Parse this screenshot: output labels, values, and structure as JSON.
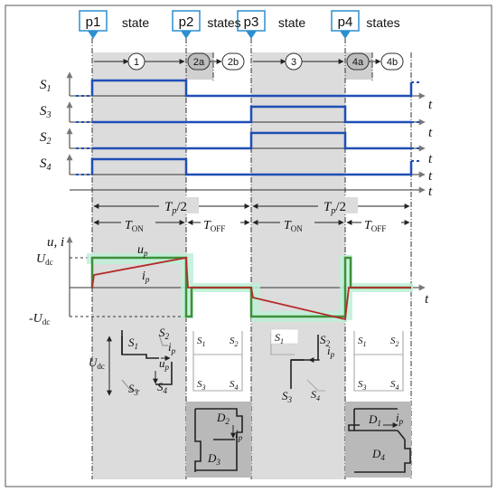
{
  "phases": {
    "markers": [
      "p1",
      "p2",
      "p3",
      "p4"
    ],
    "headers": [
      "state",
      "states",
      "state",
      "states"
    ],
    "state_labels": [
      "1",
      "2a",
      "2b",
      "3",
      "4a",
      "4b"
    ]
  },
  "signals": {
    "names": [
      "S",
      "S",
      "S",
      "S"
    ],
    "subscripts": [
      "1",
      "3",
      "2",
      "4"
    ],
    "time_axis": "t"
  },
  "timing": {
    "period_half": "T",
    "period_half_sub": "p",
    "period_half_suffix": "/2",
    "ton": "T",
    "ton_sub": "ON",
    "toff": "T",
    "toff_sub": "OFF"
  },
  "waveform": {
    "y_axis": "u, i",
    "udc_pos": "U",
    "udc_pos_sub": "dc",
    "udc_neg": "-U",
    "udc_neg_sub": "dc",
    "up": "u",
    "up_sub": "p",
    "ip": "i",
    "ip_sub": "p",
    "time_axis": "t"
  },
  "circuits": {
    "c1": {
      "s1": "S",
      "s1_sub": "1",
      "s2": "S",
      "s2_sub": "2",
      "s3": "S",
      "s3_sub": "3",
      "s4": "S",
      "s4_sub": "4",
      "udc": "U",
      "udc_sub": "dc",
      "ip": "i",
      "ip_sub": "p",
      "up": "u",
      "up_sub": "p"
    },
    "c2": {
      "s1": "S",
      "s1_sub": "1",
      "s2": "S",
      "s2_sub": "2",
      "s3": "S",
      "s3_sub": "3",
      "s4": "S",
      "s4_sub": "4",
      "d2": "D",
      "d2_sub": "2",
      "d3": "D",
      "d3_sub": "3",
      "ip": "i",
      "ip_sub": "p"
    },
    "c3": {
      "s1": "S",
      "s1_sub": "1",
      "s2": "S",
      "s2_sub": "2",
      "s3": "S",
      "s3_sub": "3",
      "s4": "S",
      "s4_sub": "4",
      "ip": "i",
      "ip_sub": "p"
    },
    "c4": {
      "s1": "S",
      "s1_sub": "1",
      "s2": "S",
      "s2_sub": "2",
      "s3": "S",
      "s3_sub": "3",
      "s4": "S",
      "s4_sub": "4",
      "d1": "D",
      "d1_sub": "1",
      "d4": "D",
      "d4_sub": "4",
      "ip": "i",
      "ip_sub": "p"
    }
  },
  "colors": {
    "signal": "#1f4fb5",
    "marker": "#2b8fd0",
    "up_wave": "#3f8f3a",
    "ip_wave": "#b52a2a",
    "glow": "#bff0d8",
    "phase_shade": "#dcdcdc",
    "circuit_shade": "#b9b9b9"
  }
}
